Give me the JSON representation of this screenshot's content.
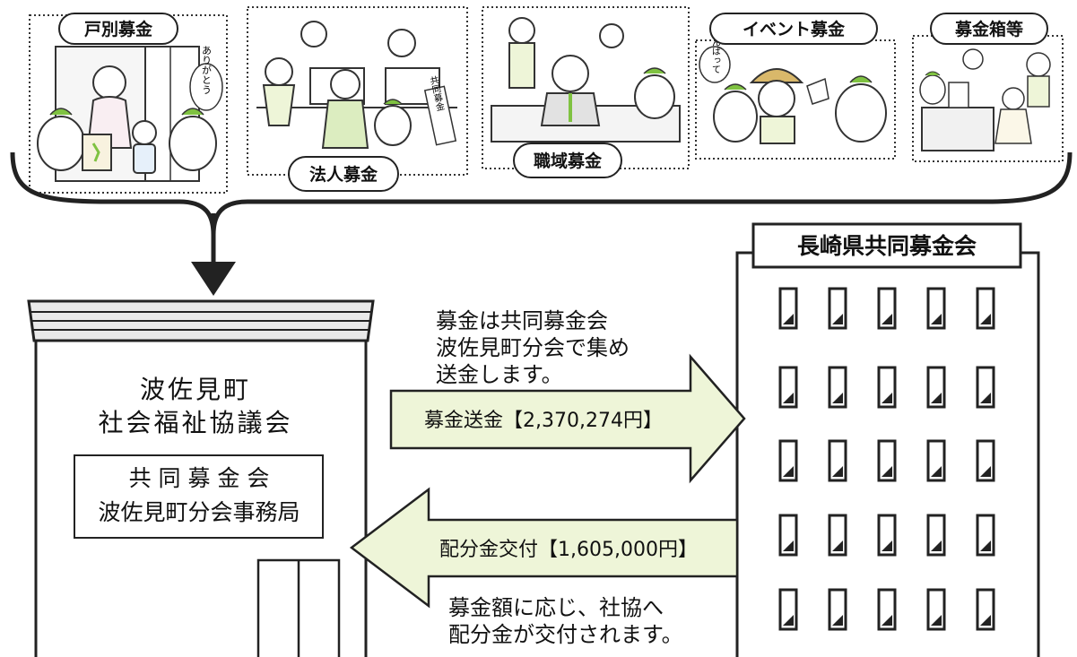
{
  "collection_methods": [
    {
      "label": "戸別募金"
    },
    {
      "label": "法人募金"
    },
    {
      "label": "職域募金"
    },
    {
      "label": "イベント募金"
    },
    {
      "label": "募金箱等"
    }
  ],
  "illustration_texts": {
    "thanks": "ありがとう",
    "cheer": "がんばって",
    "sign": "共同募金"
  },
  "local_office": {
    "name_line1": "波佐見町",
    "name_line2": "社会福祉協議会",
    "box_line1": "共 同 募 金 会",
    "box_line2": "波佐見町分会事務局"
  },
  "prefecture_office": {
    "name": "長崎県共同募金会"
  },
  "flows": {
    "remit_note_line1": "募金は共同募金会",
    "remit_note_line2": "波佐見町分会で集め",
    "remit_note_line3": "送金します。",
    "remit_label": "募金送金【2,370,274円】",
    "remit_amount_yen": 2370274,
    "grant_label": "配分金交付【1,605,000円】",
    "grant_amount_yen": 1605000,
    "grant_note_line1": "募金額に応じ、社協へ",
    "grant_note_line2": "配分金が交付されます。"
  },
  "colors": {
    "arrow_fill": "#eef5d8",
    "stroke": "#222222",
    "roof": "#e9e9e9",
    "mascot_leaf": "#7fc241"
  }
}
